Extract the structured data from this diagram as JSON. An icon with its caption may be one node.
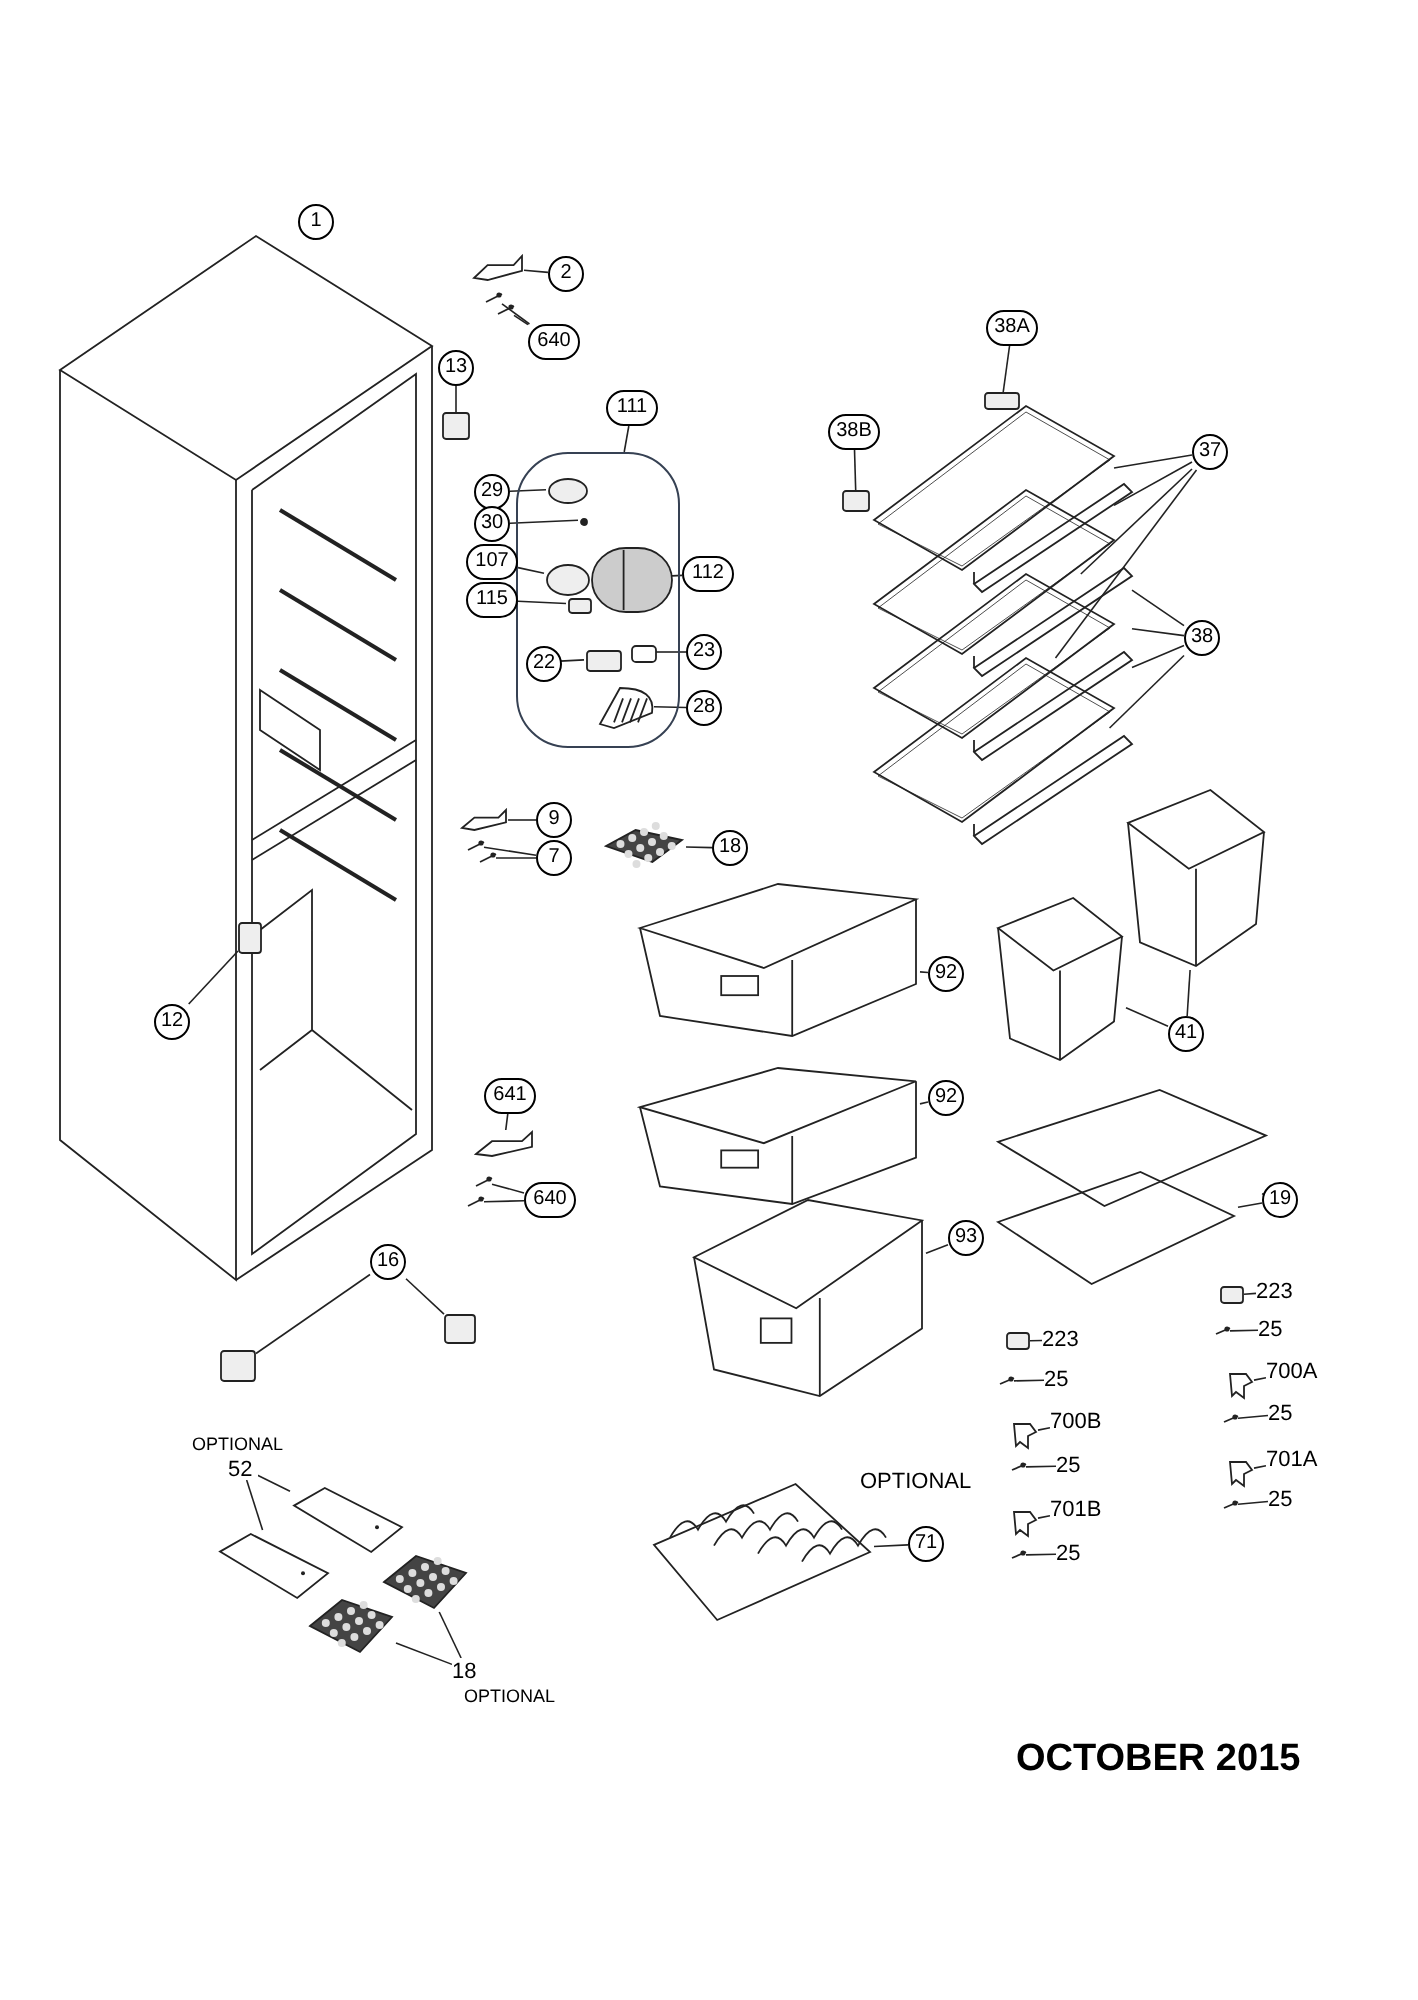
{
  "diagram": {
    "nodes": [
      {
        "text": [],
        "shape": "picture"
      },
      {
        "text": [
          "1"
        ]
      },
      {
        "text": [],
        "shape": "picture"
      },
      {
        "text": [
          "2"
        ]
      },
      {
        "text": [],
        "shape": "picture"
      },
      {
        "text": [],
        "shape": "picture"
      },
      {
        "text": [
          "640"
        ]
      },
      {
        "text": [],
        "shape": "box"
      },
      {
        "text": [
          "13"
        ]
      },
      {
        "text": [],
        "shape": "box"
      },
      {
        "text": [
          "111"
        ]
      },
      {
        "text": [],
        "shape": "circle",
        "in": 9
      },
      {
        "text": [
          "29"
        ]
      },
      {
        "text": [],
        "shape": "circle",
        "in": 9
      },
      {
        "text": [
          "30"
        ]
      },
      {
        "text": [],
        "shape": "circle",
        "in": 9
      },
      {
        "text": [
          "107"
        ]
      },
      {
        "text": [],
        "shape": "box",
        "in": 9
      },
      {
        "text": [
          "115"
        ]
      },
      {
        "text": [],
        "shape": "picture",
        "in": 9
      },
      {
        "text": [
          "112"
        ]
      },
      {
        "text": [],
        "shape": "box",
        "in": 9
      },
      {
        "text": [
          "22"
        ],
        "in": 9
      },
      {
        "text": [],
        "shape": "picture",
        "in": 9
      },
      {
        "text": [
          "23"
        ]
      },
      {
        "text": [],
        "shape": "picture",
        "in": 9
      },
      {
        "text": [
          "28"
        ]
      },
      {
        "text": [],
        "shape": "picture"
      },
      {
        "text": [
          "9"
        ]
      },
      {
        "text": [],
        "shape": "picture"
      },
      {
        "text": [],
        "shape": "picture"
      },
      {
        "text": [
          "7"
        ]
      },
      {
        "text": [],
        "shape": "picture"
      },
      {
        "text": [
          "18"
        ]
      },
      {
        "text": [],
        "shape": "box",
        "in": 0
      },
      {
        "text": [
          "12"
        ],
        "in": 0
      },
      {
        "text": [],
        "shape": "picture"
      },
      {
        "text": [
          "641"
        ]
      },
      {
        "text": [],
        "shape": "picture"
      },
      {
        "text": [],
        "shape": "picture"
      },
      {
        "text": [
          "640"
        ]
      },
      {
        "text": [],
        "shape": "box"
      },
      {
        "text": [],
        "shape": "box"
      },
      {
        "text": [
          "16"
        ],
        "in": 0
      },
      {
        "text": [],
        "shape": "picture"
      },
      {
        "text": [
          "92"
        ]
      },
      {
        "text": [],
        "shape": "picture"
      },
      {
        "text": [
          "92"
        ]
      },
      {
        "text": [],
        "shape": "picture"
      },
      {
        "text": [
          "93"
        ]
      },
      {
        "text": [],
        "shape": "box"
      },
      {
        "text": [
          "38A"
        ]
      },
      {
        "text": [],
        "shape": "box"
      },
      {
        "text": [
          "38B"
        ]
      },
      {
        "text": [],
        "shape": "picture"
      },
      {
        "text": [],
        "shape": "picture"
      },
      {
        "text": [],
        "shape": "picture"
      },
      {
        "text": [],
        "shape": "picture"
      },
      {
        "text": [],
        "shape": "picture"
      },
      {
        "text": [],
        "shape": "picture"
      },
      {
        "text": [],
        "shape": "picture"
      },
      {
        "text": [],
        "shape": "picture"
      },
      {
        "text": [
          "37"
        ]
      },
      {
        "text": [
          "38"
        ]
      },
      {
        "text": [],
        "shape": "picture"
      },
      {
        "text": [],
        "shape": "picture"
      },
      {
        "text": [
          "41"
        ]
      },
      {
        "text": [],
        "shape": "picture"
      },
      {
        "text": [],
        "shape": "picture"
      },
      {
        "text": [
          "19"
        ]
      },
      {
        "text": [],
        "shape": "box"
      },
      {
        "text": [
          "223"
        ]
      },
      {
        "text": [],
        "shape": "picture"
      },
      {
        "text": [
          "25"
        ]
      },
      {
        "text": [],
        "shape": "box"
      },
      {
        "text": [
          "223"
        ]
      },
      {
        "text": [],
        "shape": "picture"
      },
      {
        "text": [
          "25"
        ]
      },
      {
        "text": [],
        "shape": "picture"
      },
      {
        "text": [
          "700A"
        ]
      },
      {
        "text": [],
        "shape": "picture"
      },
      {
        "text": [
          "25"
        ]
      },
      {
        "text": [],
        "shape": "picture"
      },
      {
        "text": [
          "700B"
        ]
      },
      {
        "text": [],
        "shape": "picture"
      },
      {
        "text": [
          "25"
        ]
      },
      {
        "text": [],
        "shape": "picture"
      },
      {
        "text": [
          "701A"
        ]
      },
      {
        "text": [],
        "shape": "picture"
      },
      {
        "text": [
          "25"
        ]
      },
      {
        "text": [],
        "shape": "picture"
      },
      {
        "text": [
          "701B"
        ]
      },
      {
        "text": [],
        "shape": "picture"
      },
      {
        "text": [
          "25"
        ]
      },
      {
        "text": [],
        "shape": "picture"
      },
      {
        "text": [
          "71"
        ]
      },
      {
        "text": [],
        "shape": "picture"
      },
      {
        "text": [],
        "shape": "picture"
      },
      {
        "text": [
          "52"
        ]
      },
      {
        "text": [],
        "shape": "picture"
      },
      {
        "text": [],
        "shape": "picture"
      },
      {
        "text": [
          "18"
        ]
      }
    ],
    "edges": [
      {
        "from": 1,
        "to": 0,
        "arrow": "none"
      },
      {
        "from": 3,
        "to": 2,
        "arrow": "none"
      },
      {
        "from": 6,
        "to": 4,
        "arrow": "none"
      },
      {
        "from": 6,
        "to": 5,
        "arrow": "none"
      },
      {
        "from": 8,
        "to": 7,
        "arrow": "none"
      },
      {
        "from": 10,
        "to": 9,
        "arrow": "none"
      },
      {
        "from": 12,
        "to": 11,
        "arrow": "none"
      },
      {
        "from": 14,
        "to": 13,
        "arrow": "none"
      },
      {
        "from": 16,
        "to": 15,
        "arrow": "none"
      },
      {
        "from": 18,
        "to": 17,
        "arrow": "none"
      },
      {
        "from": 20,
        "to": 19,
        "arrow": "none"
      },
      {
        "from": 22,
        "to": 21,
        "arrow": "none"
      },
      {
        "from": 24,
        "to": 23,
        "arrow": "none"
      },
      {
        "from": 26,
        "to": 25,
        "arrow": "none"
      },
      {
        "from": 28,
        "to": 27,
        "arrow": "none"
      },
      {
        "from": 31,
        "to": 29,
        "arrow": "none"
      },
      {
        "from": 31,
        "to": 30,
        "arrow": "none"
      },
      {
        "from": 33,
        "to": 32,
        "arrow": "none"
      },
      {
        "from": 35,
        "to": 34,
        "arrow": "none"
      },
      {
        "from": 37,
        "to": 36,
        "arrow": "none"
      },
      {
        "from": 40,
        "to": 38,
        "arrow": "none"
      },
      {
        "from": 40,
        "to": 39,
        "arrow": "none"
      },
      {
        "from": 43,
        "to": 41,
        "arrow": "none"
      },
      {
        "from": 43,
        "to": 42,
        "arrow": "none"
      },
      {
        "from": 45,
        "to": 44,
        "arrow": "none"
      },
      {
        "from": 47,
        "to": 46,
        "arrow": "none"
      },
      {
        "from": 49,
        "to": 48,
        "arrow": "none"
      },
      {
        "from": 51,
        "to": 50,
        "arrow": "none"
      },
      {
        "from": 53,
        "to": 52,
        "arrow": "none"
      },
      {
        "from": 62,
        "to": 54,
        "arrow": "none"
      },
      {
        "from": 62,
        "to": 55,
        "arrow": "none"
      },
      {
        "from": 62,
        "to": 56,
        "arrow": "none"
      },
      {
        "from": 62,
        "to": 57,
        "arrow": "none"
      },
      {
        "from": 63,
        "to": 58,
        "arrow": "none"
      },
      {
        "from": 63,
        "to": 59,
        "arrow": "none"
      },
      {
        "from": 63,
        "to": 60,
        "arrow": "none"
      },
      {
        "from": 63,
        "to": 61,
        "arrow": "none"
      },
      {
        "from": 66,
        "to": 64,
        "arrow": "none"
      },
      {
        "from": 66,
        "to": 65,
        "arrow": "none"
      },
      {
        "from": 69,
        "to": 67,
        "arrow": "none"
      },
      {
        "from": 69,
        "to": 68,
        "arrow": "none"
      },
      {
        "from": 71,
        "to": 70,
        "arrow": "none"
      },
      {
        "from": 73,
        "to": 72,
        "arrow": "none"
      },
      {
        "from": 75,
        "to": 74,
        "arrow": "none"
      },
      {
        "from": 77,
        "to": 76,
        "arrow": "none"
      },
      {
        "from": 79,
        "to": 78,
        "arrow": "none"
      },
      {
        "from": 81,
        "to": 80,
        "arrow": "none"
      },
      {
        "from": 83,
        "to": 82,
        "arrow": "none"
      },
      {
        "from": 85,
        "to": 84,
        "arrow": "none"
      },
      {
        "from": 87,
        "to": 86,
        "arrow": "none"
      },
      {
        "from": 89,
        "to": 88,
        "arrow": "none"
      },
      {
        "from": 91,
        "to": 90,
        "arrow": "none"
      },
      {
        "from": 93,
        "to": 92,
        "arrow": "none"
      },
      {
        "from": 95,
        "to": 94,
        "arrow": "none"
      },
      {
        "from": 98,
        "to": 96,
        "arrow": "none"
      },
      {
        "from": 98,
        "to": 97,
        "arrow": "none"
      },
      {
        "from": 101,
        "to": 99,
        "arrow": "none"
      },
      {
        "from": 101,
        "to": 100,
        "arrow": "none"
      }
    ],
    "labels": [
      "OPTIONAL",
      "OPTIONAL",
      "OPTIONAL",
      "OCTOBER 2015"
    ]
  }
}
